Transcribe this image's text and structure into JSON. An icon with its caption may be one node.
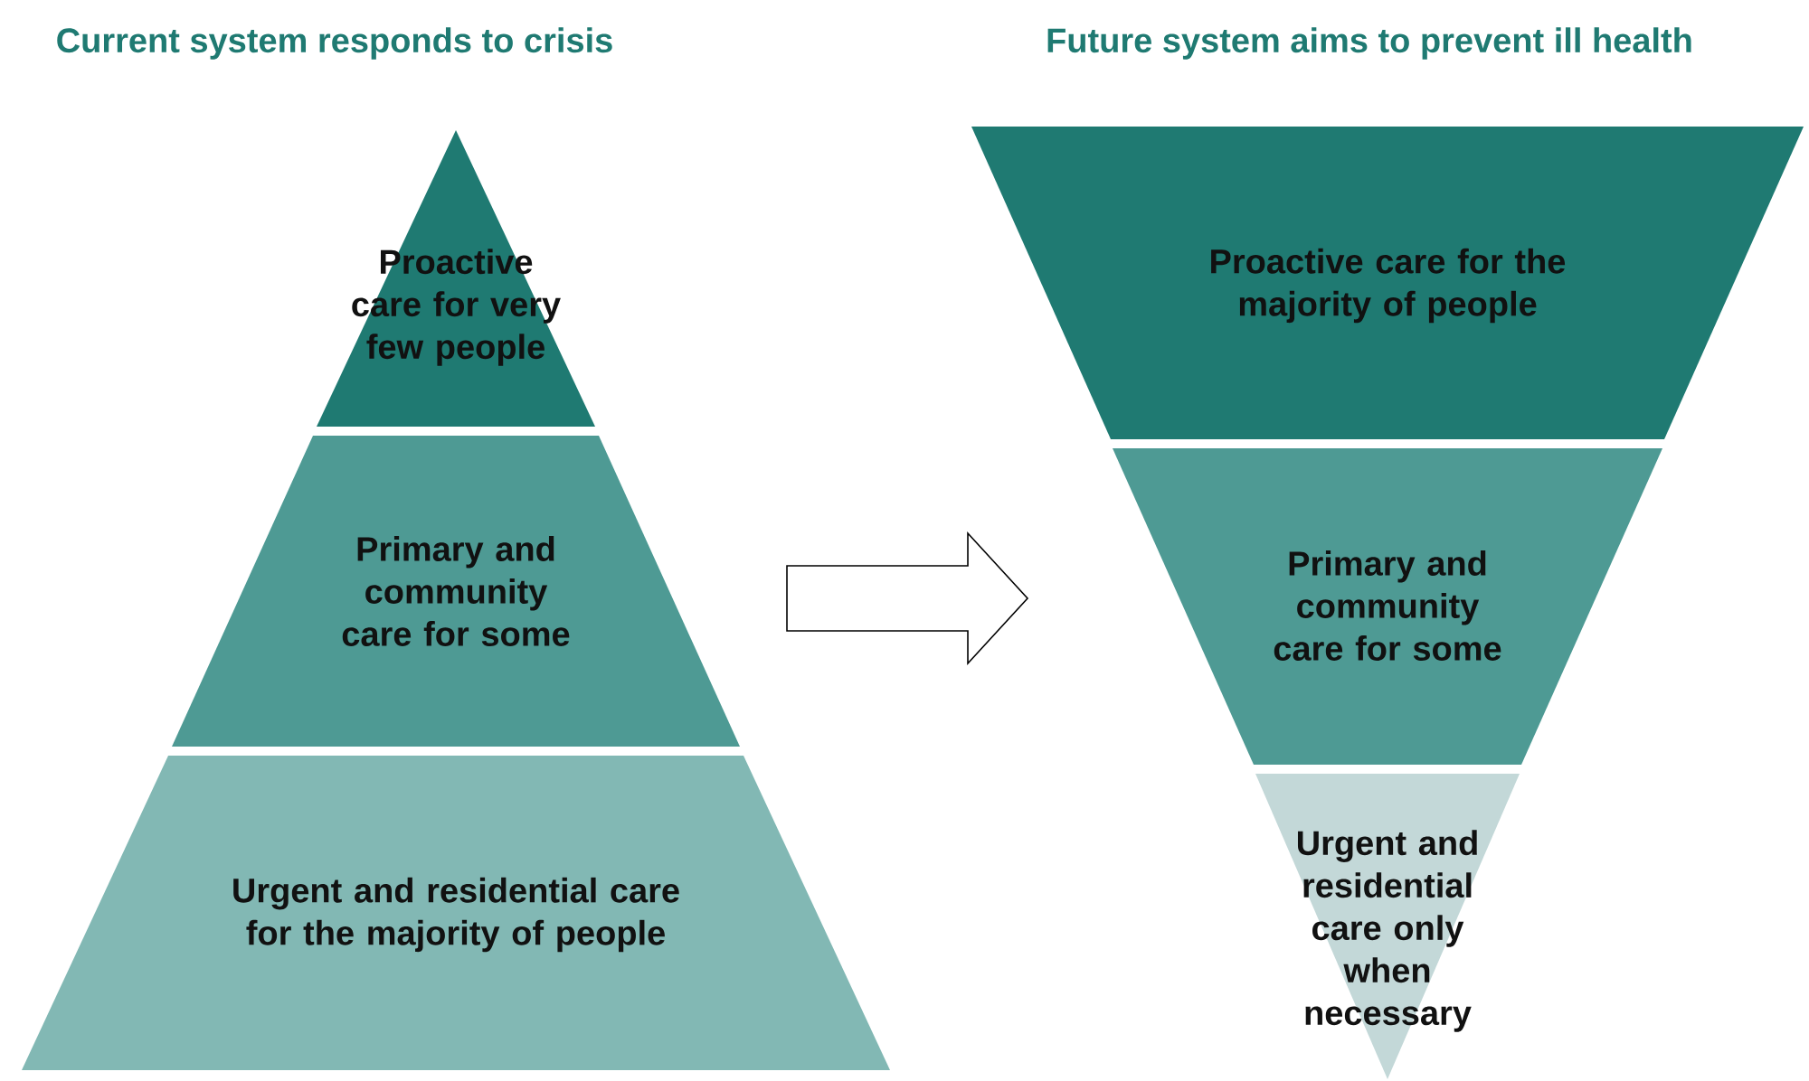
{
  "diagram": {
    "nodes": [
      {
        "text": [
          "Proactive care for very few people"
        ]
      },
      {
        "text": [
          "Primary and community care for some"
        ]
      },
      {
        "text": [
          "Urgent and residential care for the majority of people"
        ]
      },
      {
        "text": [
          "Proactive care for the majority of people"
        ]
      },
      {
        "text": [
          "Primary and community care for some"
        ]
      },
      {
        "text": [
          "Urgent and residential care only when necessary"
        ]
      }
    ],
    "edges": [
      {
        "from": 1,
        "to": 4,
        "arrow": "to"
      }
    ],
    "labels": [
      "Current system responds to crisis",
      "Future system aims to prevent ill health"
    ]
  }
}
